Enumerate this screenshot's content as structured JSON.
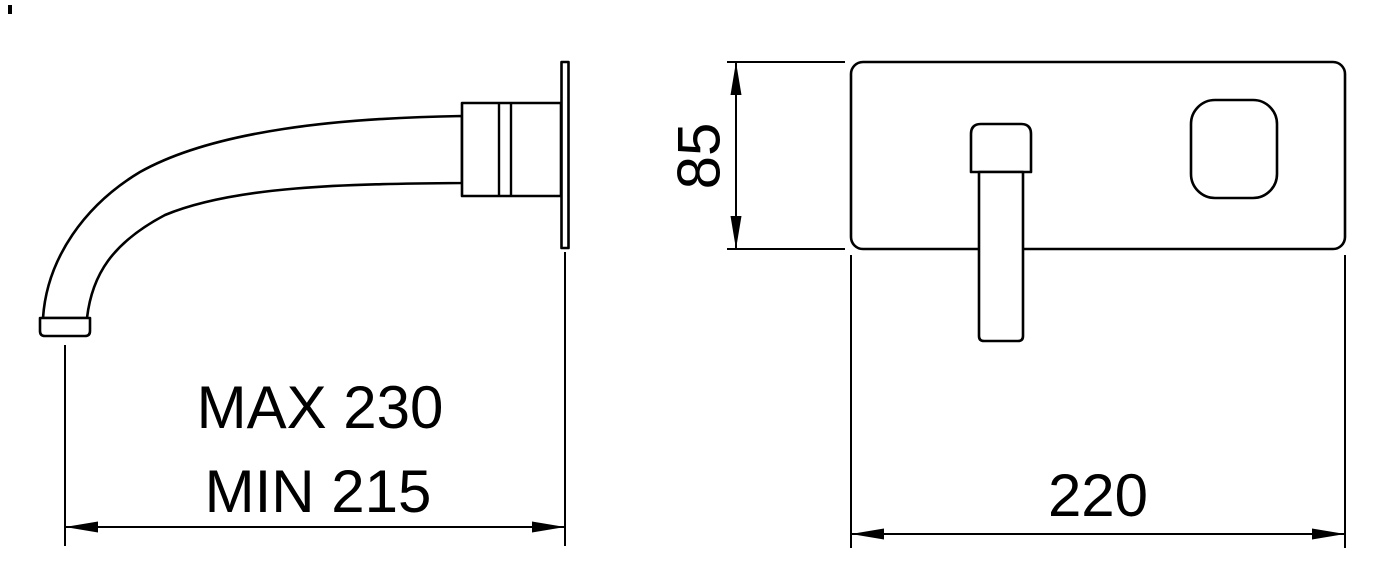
{
  "drawing": {
    "background_color": "#ffffff",
    "line_color": "#000000",
    "dimensions": {
      "spout_reach_max": "MAX 230",
      "spout_reach_min": "MIN 215",
      "plate_height": "85",
      "plate_width": "220"
    }
  }
}
